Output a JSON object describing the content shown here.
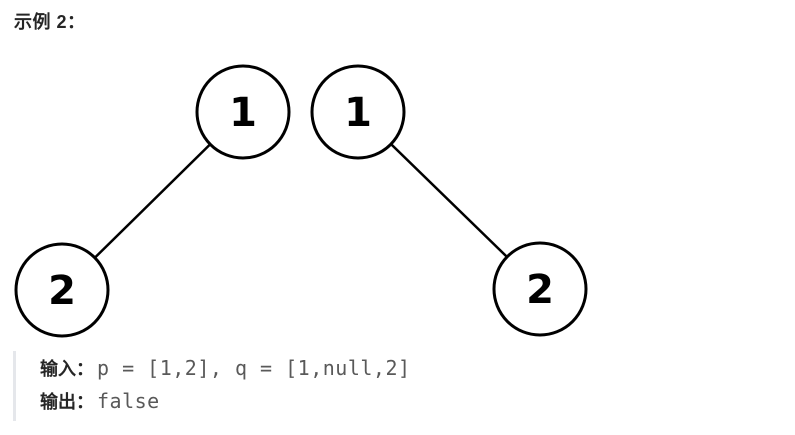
{
  "title": "示例 2：",
  "trees": {
    "p": {
      "root": "1",
      "left_child": "2"
    },
    "q": {
      "root": "1",
      "right_child": "2"
    }
  },
  "io": {
    "input_label": "输入：",
    "input_value": "p = [1,2], q = [1,null,2]",
    "output_label": "输出：",
    "output_value": "false"
  },
  "colors": {
    "node_stroke": "#000000",
    "node_fill": "#ffffff",
    "edge": "#000000",
    "heading_text": "#262626",
    "code_text": "#595959",
    "block_border": "#e5e7eb",
    "background": "#ffffff"
  }
}
